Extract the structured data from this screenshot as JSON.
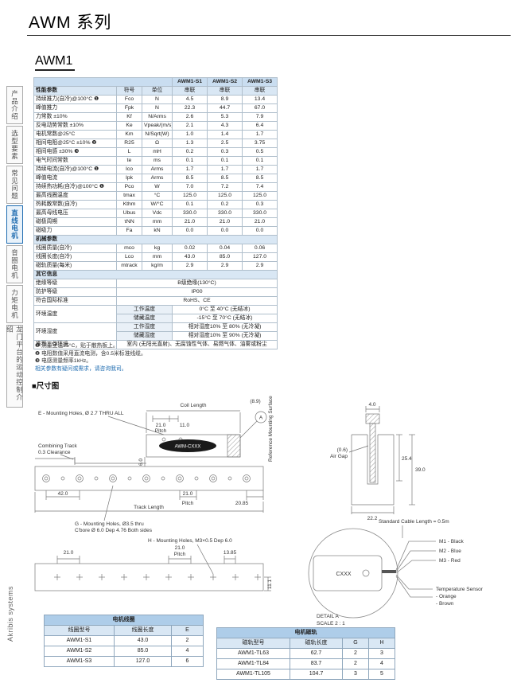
{
  "page": {
    "series_title": "AWM 系列",
    "model_title": "AWM1"
  },
  "sidebar": {
    "items": [
      {
        "label": "产品介绍"
      },
      {
        "label": "选型要素"
      },
      {
        "label": "常见问题"
      },
      {
        "label": "直线电机"
      },
      {
        "label": "音圈电机"
      },
      {
        "label": "力矩电机"
      },
      {
        "label": "龙门平台的运动控制介绍"
      }
    ],
    "brand": "Akribis systems"
  },
  "spec_table": {
    "models": [
      "AWM1-S1",
      "AWM1-S2",
      "AWM1-S3"
    ],
    "section_performance": "性能参数",
    "col_symbol": "符号",
    "col_unit": "单位",
    "wiring": [
      "串联",
      "串联",
      "串联"
    ],
    "rows": [
      {
        "name": "持续推力(自冷)@100°C ❶",
        "sym": "Fco",
        "unit": "N",
        "v1": "4.5",
        "v2": "8.9",
        "v3": "13.4"
      },
      {
        "name": "峰值推力",
        "sym": "Fpk",
        "unit": "N",
        "v1": "22.3",
        "v2": "44.7",
        "v3": "67.0"
      },
      {
        "name": "力常数 ±10%",
        "sym": "Kf",
        "unit": "N/Arms",
        "v1": "2.6",
        "v2": "5.3",
        "v3": "7.9"
      },
      {
        "name": "反电动势常数 ±10%",
        "sym": "Ke",
        "unit": "Vpeak/(m/s)",
        "v1": "2.1",
        "v2": "4.3",
        "v3": "6.4"
      },
      {
        "name": "电机常数@25°C",
        "sym": "Km",
        "unit": "N/Sqrt(W)",
        "v1": "1.0",
        "v2": "1.4",
        "v3": "1.7"
      },
      {
        "name": "相间电阻@25°C ±10% ❷",
        "sym": "R25",
        "unit": "Ω",
        "v1": "1.3",
        "v2": "2.5",
        "v3": "3.75"
      },
      {
        "name": "相间电感 ±30% ❸",
        "sym": "L",
        "unit": "mH",
        "v1": "0.2",
        "v2": "0.3",
        "v3": "0.5"
      },
      {
        "name": "电气时间常数",
        "sym": "te",
        "unit": "ms",
        "v1": "0.1",
        "v2": "0.1",
        "v3": "0.1"
      },
      {
        "name": "持续电流(自冷)@100°C ❶",
        "sym": "Ico",
        "unit": "Arms",
        "v1": "1.7",
        "v2": "1.7",
        "v3": "1.7"
      },
      {
        "name": "峰值电流",
        "sym": "Ipk",
        "unit": "Arms",
        "v1": "8.5",
        "v2": "8.5",
        "v3": "8.5"
      },
      {
        "name": "持续热功耗(自冷)@100°C ❶",
        "sym": "Pco",
        "unit": "W",
        "v1": "7.0",
        "v2": "7.2",
        "v3": "7.4"
      },
      {
        "name": "最高线圈温度",
        "sym": "tmax",
        "unit": "°C",
        "v1": "125.0",
        "v2": "125.0",
        "v3": "125.0"
      },
      {
        "name": "热耗散常数(自冷)",
        "sym": "Kthm",
        "unit": "W/°C",
        "v1": "0.1",
        "v2": "0.2",
        "v3": "0.3"
      },
      {
        "name": "最高母线电压",
        "sym": "Ubus",
        "unit": "Vdc",
        "v1": "330.0",
        "v2": "330.0",
        "v3": "330.0"
      },
      {
        "name": "磁极周期",
        "sym": "τNN",
        "unit": "mm",
        "v1": "21.0",
        "v2": "21.0",
        "v3": "21.0"
      },
      {
        "name": "磁吸力",
        "sym": "Fa",
        "unit": "kN",
        "v1": "0.0",
        "v2": "0.0",
        "v3": "0.0"
      }
    ],
    "section_mechanical": "机械参数",
    "mech_rows": [
      {
        "name": "线圈质量(自冷)",
        "sym": "mco",
        "unit": "kg",
        "v1": "0.02",
        "v2": "0.04",
        "v3": "0.06"
      },
      {
        "name": "线圈长度(自冷)",
        "sym": "Lco",
        "unit": "mm",
        "v1": "43.0",
        "v2": "85.0",
        "v3": "127.0"
      },
      {
        "name": "磁轨质量(每米)",
        "sym": "mtrack",
        "unit": "kg/m",
        "v1": "2.9",
        "v2": "2.9",
        "v3": "2.9"
      }
    ],
    "section_other": "其它信息",
    "other": {
      "insulation_label": "绝缘等级",
      "insulation": "B级绝缘(130°C)",
      "protection_label": "防护等级",
      "protection": "IP00",
      "standards_label": "符合国际标准",
      "standards": "RoHS、CE",
      "env_temp_label": "环境温度",
      "work_temp_label": "工作温度",
      "work_temp": "0°C 至 40°C (无结冰)",
      "store_temp_label": "储藏温度",
      "store_temp": "-15°C 至 70°C (无结冰)",
      "env_hum_label": "环境湿度",
      "work_hum_label": "工作湿度",
      "work_hum": "相对湿度10% 至 80% (无冷凝)",
      "store_hum_label": "储藏湿度",
      "store_hum": "相对湿度10% 至 90% (无冷凝)",
      "recommend_label": "推荐工作环境",
      "recommend": "室内 (无阳光直射)、无腐蚀性气体、易燃气体、油雾或粉尘"
    },
    "notes": [
      "❶ 测量室温25°C，贴于散热板上。",
      "❷ 电阻数值采用直流电测，含0.5米标准线缆。",
      "❸ 电感测量频率1kHz。"
    ],
    "notes_link": "相关参数有疑问或需求，请咨询我司。"
  },
  "drawing": {
    "section_title": "■尺寸图",
    "assembly": {
      "e_holes": "E - Mounting Holes, Ø 2.7 THRU ALL",
      "coil_length": "Coil Length",
      "pitch_value": "21.0",
      "pitch_word": "Pitch",
      "dim_11": "11.0",
      "detail_marker": "A",
      "ref_dim": "(8.9)",
      "ref_surface": "Reference Mounting Surface",
      "combining_track": "Combining Track",
      "clearance": "0.3 Clearance",
      "dim_6": "6.0",
      "coil_label": "AWM-CXXX",
      "dim_42": "42.0",
      "pitch_bottom_value": "21.0",
      "pitch_bottom_word": "Pitch",
      "dim_2085": "20.85",
      "track_length": "Track Length",
      "g_holes_line1": "G - Mounting Holes, Ø3.5 thru",
      "g_holes_line2": "C'bore Ø 6.0 Dep 4.76 Both sides"
    },
    "cross_section": {
      "dim_4": "4.0",
      "air_gap_dim": "(0.6)",
      "air_gap": "Air Gap",
      "dim_254": "25.4",
      "dim_39": "39.0",
      "dim_222": "22.2"
    },
    "track_view": {
      "h_holes": "H - Mounting Holes, M3×0.5 Dep 6.0",
      "dim_21": "21.0",
      "pitch_value": "21.0",
      "pitch_word": "Pitch",
      "dim_1385": "13.85",
      "dim_111": "11.1"
    },
    "cable": {
      "length": "Standard Cable Length = 0.5m",
      "m1": "M1 - Black",
      "m2": "M2 - Blue",
      "m3": "M3 - Red",
      "sensor": "Temperature Sensor",
      "sensor_orange": "- Orange",
      "sensor_brown": "- Brown",
      "cxxx": "CXXX",
      "detail": "DETAIL A",
      "scale": "SCALE 2 : 1"
    }
  },
  "coil_table": {
    "title": "电机线圈",
    "headers": [
      "线圈型号",
      "线圈长度",
      "E"
    ],
    "rows": [
      [
        "AWM1-S1",
        "43.0",
        "2"
      ],
      [
        "AWM1-S2",
        "85.0",
        "4"
      ],
      [
        "AWM1-S3",
        "127.0",
        "6"
      ]
    ]
  },
  "track_table": {
    "title": "电机磁轨",
    "headers": [
      "磁轨型号",
      "磁轨长度",
      "G",
      "H"
    ],
    "rows": [
      [
        "AWM1-TL63",
        "62.7",
        "2",
        "3"
      ],
      [
        "AWM1-TL84",
        "83.7",
        "2",
        "4"
      ],
      [
        "AWM1-TL105",
        "104.7",
        "3",
        "5"
      ]
    ]
  }
}
